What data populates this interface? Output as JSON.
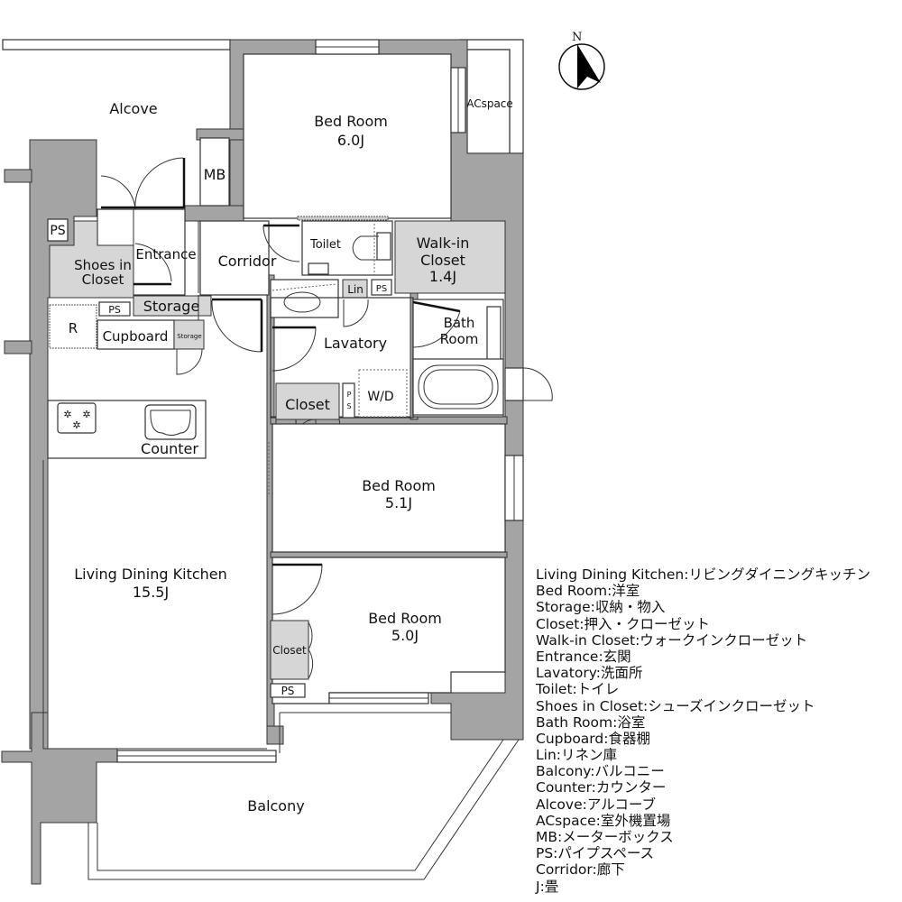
{
  "compass": {
    "label": "N",
    "color": "#000000"
  },
  "colors": {
    "wall": "#a4a4a4",
    "storage_fill": "#d6d6d6",
    "room_fill": "#ffffff",
    "line": "#333333"
  },
  "rooms": {
    "alcove": {
      "name": "Alcove"
    },
    "bedroom_north": {
      "name": "Bed Room",
      "size": "6.0J"
    },
    "acspace": {
      "name": "ACspace"
    },
    "mb": {
      "name": "MB"
    },
    "ps_entry": {
      "name": "PS"
    },
    "entrance": {
      "name": "Entrance"
    },
    "shoes_closet": {
      "line1": "Shoes in",
      "line2": "Closet"
    },
    "corridor": {
      "name": "Corridor"
    },
    "toilet": {
      "name": "Toilet"
    },
    "walkin": {
      "line1": "Walk-in",
      "line2": "Closet",
      "size": "1.4J"
    },
    "storage_main": {
      "name": "Storage"
    },
    "ps_kitchen": {
      "name": "PS"
    },
    "fridge": {
      "name": "R"
    },
    "cupboard": {
      "name": "Cupboard"
    },
    "storage_small": {
      "name": "Storage"
    },
    "lin": {
      "name": "Lin"
    },
    "ps_lav": {
      "name": "PS"
    },
    "lavatory": {
      "name": "Lavatory"
    },
    "bath": {
      "line1": "Bath",
      "line2": "Room"
    },
    "closet_mid": {
      "name": "Closet"
    },
    "ps_wd": {
      "line1": "P",
      "line2": "S"
    },
    "wd": {
      "name": "W/D"
    },
    "counter": {
      "name": "Counter"
    },
    "bedroom_mid": {
      "name": "Bed Room",
      "size": "5.1J"
    },
    "ldk": {
      "name": "Living Dining Kitchen",
      "size": "15.5J"
    },
    "bedroom_south": {
      "name": "Bed Room",
      "size": "5.0J"
    },
    "closet_south": {
      "name": "Closet"
    },
    "ps_south": {
      "name": "PS"
    },
    "balcony": {
      "name": "Balcony"
    }
  },
  "legend": [
    "Living Dining Kitchen:リビングダイニングキッチン",
    "Bed Room:洋室",
    "Storage:収納・物入",
    "Closet:押入・クローゼット",
    "Walk-in Closet:ウォークインクローゼット",
    "Entrance:玄関",
    "Lavatory:洗面所",
    "Toilet:トイレ",
    "Shoes in Closet:シューズインクローゼット",
    "Bath Room:浴室",
    "Cupboard:食器棚",
    "Lin:リネン庫",
    "Balcony:バルコニー",
    "Counter:カウンター",
    "Alcove:アルコーブ",
    "ACspace:室外機置場",
    "MB:メーターボックス",
    "PS:パイプスペース",
    "Corridor:廊下",
    "J:畳"
  ]
}
